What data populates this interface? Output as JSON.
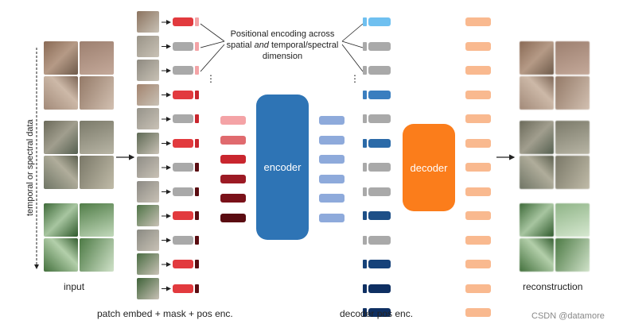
{
  "labels": {
    "input": "input",
    "patch_embed": "patch embed + mask + pos enc.",
    "decoder_pos": "decoder pos enc.",
    "reconstruction": "reconstruction",
    "encoder": "encoder",
    "decoder": "decoder",
    "axis": "temporal or spectral data",
    "caption_line1": "Positional encoding across",
    "caption_line2_a": "spatial ",
    "caption_line2_b": "and",
    "caption_line2_c": " temporal/spectral",
    "caption_line3": "dimension",
    "ellipsis": "⋮",
    "watermark": "CSDN @datamore"
  },
  "colors": {
    "encoder": "#2e74b5",
    "decoder": "#fb7d1b",
    "red_token": "#e23a3e",
    "masked_token": "#a9a9a9",
    "light_blue_token": "#8eaadb",
    "peach_token": "#f9b98f"
  },
  "encoder_pos_colors": [
    "#f4a3a6",
    "#e06a6e",
    "#c9262e",
    "#9c1a24",
    "#7a1119",
    "#5a0c11"
  ],
  "decoder_pos_colors": [
    "#6fc0f0",
    "#a9a9a9",
    "#a9a9a9",
    "#3a7ebf",
    "#a9a9a9",
    "#2b6aa8",
    "#a9a9a9",
    "#a9a9a9",
    "#1d4f87",
    "#a9a9a9",
    "#16427a",
    "#0e2f62",
    "#0e2f62"
  ],
  "patch_states": [
    "visible",
    "masked",
    "masked",
    "visible",
    "masked",
    "visible",
    "masked",
    "masked",
    "visible",
    "masked",
    "visible",
    "visible"
  ]
}
